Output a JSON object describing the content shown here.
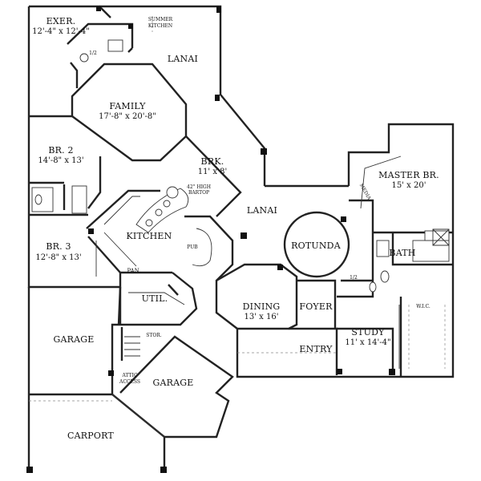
{
  "rooms": {
    "exer": {
      "name": "EXER.",
      "dims": "12'-4\" x 12'-4\""
    },
    "summer_kitchen": {
      "line1": "SUMMER",
      "line2": "KITCHEN"
    },
    "lanai_top": {
      "name": "LANAI"
    },
    "half_bath_top": {
      "name": "1/2"
    },
    "family": {
      "name": "FAMILY",
      "dims": "17'-8\" x 20'-8\""
    },
    "br2": {
      "name": "BR. 2",
      "dims": "14'-8\" x 13'"
    },
    "brk": {
      "name": "BRK.",
      "dims": "11' x 8'"
    },
    "bartop": {
      "line1": "42\" HIGH",
      "line2": "BARTOP"
    },
    "kitchen": {
      "name": "KITCHEN"
    },
    "pub": {
      "name": "PUB"
    },
    "pan": {
      "name": "PAN."
    },
    "br3": {
      "name": "BR. 3",
      "dims": "12'-8\" x 13'"
    },
    "lanai_mid": {
      "name": "LANAI"
    },
    "master": {
      "name": "MASTER BR.",
      "dims": "15' x 20'"
    },
    "media": {
      "name": "MEDIA"
    },
    "rotunda": {
      "name": "ROTUNDA"
    },
    "bath": {
      "name": "BATH"
    },
    "half_bath_mid": {
      "name": "1/2"
    },
    "util": {
      "name": "UTIL."
    },
    "dining": {
      "name": "DINING",
      "dims": "13' x 16'"
    },
    "foyer": {
      "name": "FOYER"
    },
    "wic": {
      "name": "W.I.C."
    },
    "garage_left": {
      "name": "GARAGE"
    },
    "stor": {
      "name": "STOR."
    },
    "study": {
      "name": "STUDY",
      "dims": "11' x 14'-4\""
    },
    "entry": {
      "name": "ENTRY"
    },
    "attic": {
      "line1": "ATTIC",
      "line2": "ACCESS"
    },
    "garage_right": {
      "name": "GARAGE"
    },
    "carport": {
      "name": "CARPORT"
    }
  }
}
